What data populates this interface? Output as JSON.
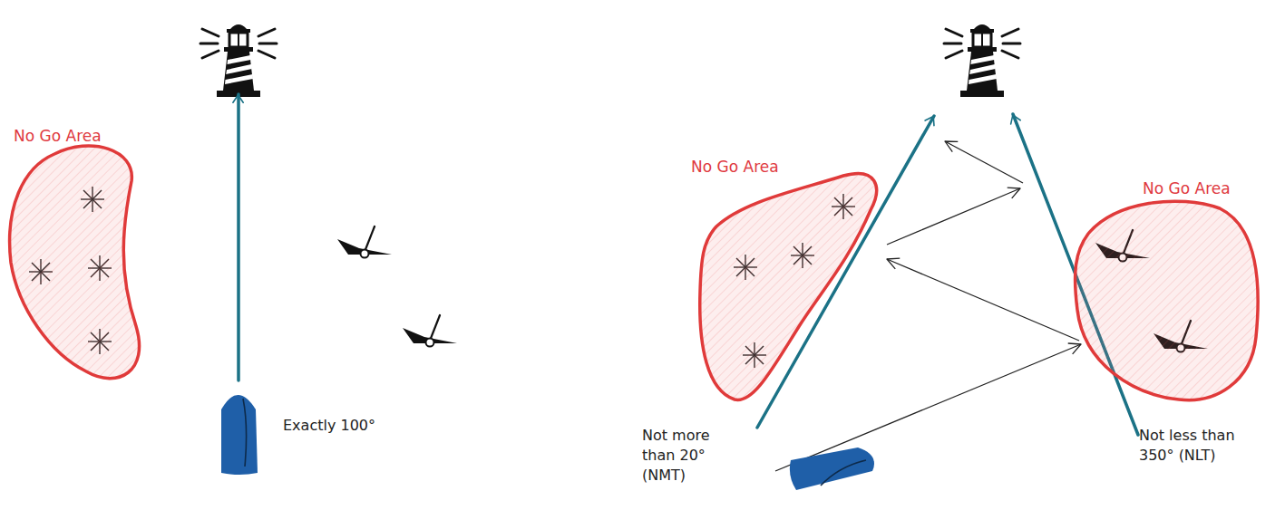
{
  "diagram": {
    "nodes": [
      {
        "text": [
          "No Go Area"
        ]
      },
      {
        "text": [
          "No Go Area"
        ]
      },
      {
        "text": [
          "No Go Area"
        ]
      }
    ],
    "labels": [
      "Exactly 100°",
      "Not more than 20° (NMT)",
      "Not less than 350° (NLT)"
    ]
  }
}
